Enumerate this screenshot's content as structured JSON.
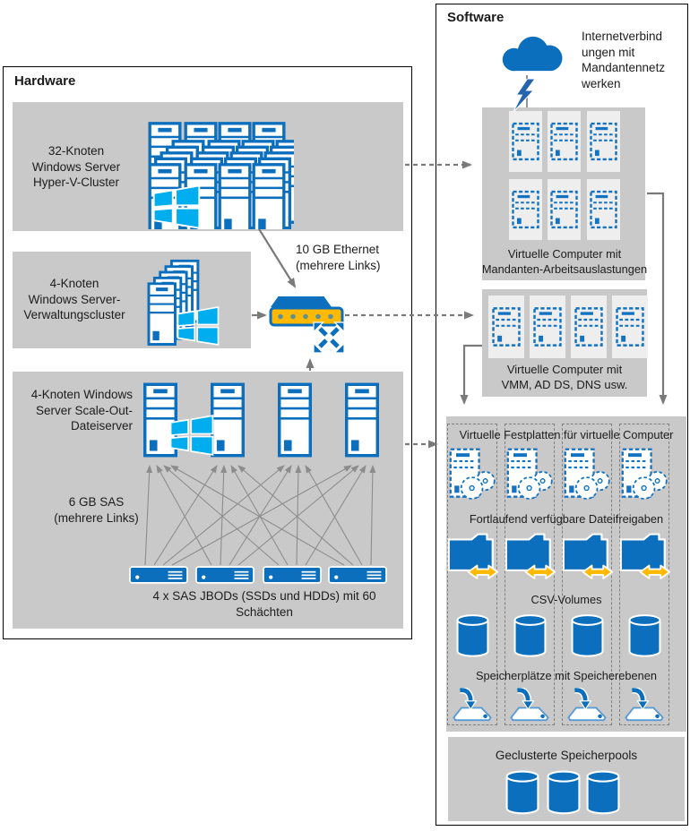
{
  "hardware": {
    "title": "Hardware",
    "hyperv_cluster_label": "32-Knoten\nWindows Server\nHyper-V-Cluster",
    "management_cluster_label": "4-Knoten\nWindows Server-\nVerwaltungscluster",
    "scaleout_fileserver_label": "4-Knoten Windows\nServer Scale-Out-\nDateiserver",
    "ethernet_label": "10 GB Ethernet\n(mehrere Links)",
    "sas_label": "6 GB SAS\n(mehrere Links)",
    "jbod_label": "4 x SAS JBODs (SSDs und HDDs) mit 60 Schächten"
  },
  "software": {
    "title": "Software",
    "internet_label": "Internetverbind\nungen mit\nMandantennetz\nwerken",
    "tenant_vms_label": "Virtuelle Computer mit\nMandanten-Arbeitsauslastungen",
    "infra_vms_label": "Virtuelle Computer mit\nVMM, AD DS, DNS usw.",
    "storage": {
      "vhd_label": "Virtuelle Festplatten für virtuelle Computer",
      "shares_label": "Fortlaufend verfügbare Dateifreigaben",
      "csv_label": "CSV-Volumes",
      "spaces_label": "Speicherplätze mit Speicherebenen"
    },
    "pools_label": "Geclusterte Speicherpools"
  },
  "colors": {
    "accent_blue": "#0b6fbd",
    "windows_cyan": "#00aeef",
    "switch_yellow": "#ffb900",
    "panel_gray": "#c9c9c9",
    "arrow_gray": "#7a7a7a"
  },
  "icons": [
    "server-stack-icon",
    "windows-logo-icon",
    "network-switch-icon",
    "cross-arrows-icon",
    "jbod-icon",
    "cloud-icon",
    "lightning-icon",
    "virtual-machine-icon",
    "virtual-disk-icon",
    "file-share-folder-icon",
    "csv-volume-icon",
    "storage-tier-icon",
    "storage-pool-icon"
  ]
}
